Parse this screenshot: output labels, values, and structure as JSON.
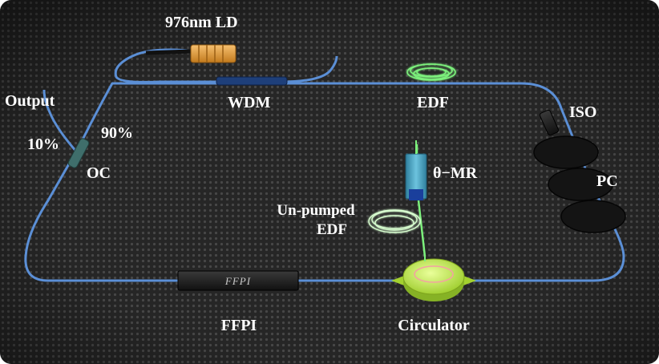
{
  "labels": {
    "ld": "976nm LD",
    "output": "Output",
    "wdm": "WDM",
    "edf": "EDF",
    "iso": "ISO",
    "ratio_10": "10%",
    "ratio_90": "90%",
    "oc": "OC",
    "theta_mr": "θ−MR",
    "pc": "PC",
    "unpumped_edf_line1": "Un-pumped",
    "unpumped_edf_line2": "EDF",
    "ffpi": "FFPI",
    "ffpi_device": "FFPI",
    "circulator": "Circulator"
  },
  "colors": {
    "background": "#2a2a2a",
    "grid_dot": "#4a4a4a",
    "fiber": "#5b8fd6",
    "edf_coil": "#7cf07c",
    "circulator": "#c6ef5a",
    "ld_body": "#e9a13d",
    "device_dark": "#1b1b1b",
    "mr_body": "#4aa7c8"
  },
  "components": [
    "976nm LD",
    "WDM",
    "EDF",
    "ISO",
    "PC",
    "Circulator",
    "FFPI",
    "OC",
    "θ−MR",
    "Un-pumped EDF"
  ]
}
